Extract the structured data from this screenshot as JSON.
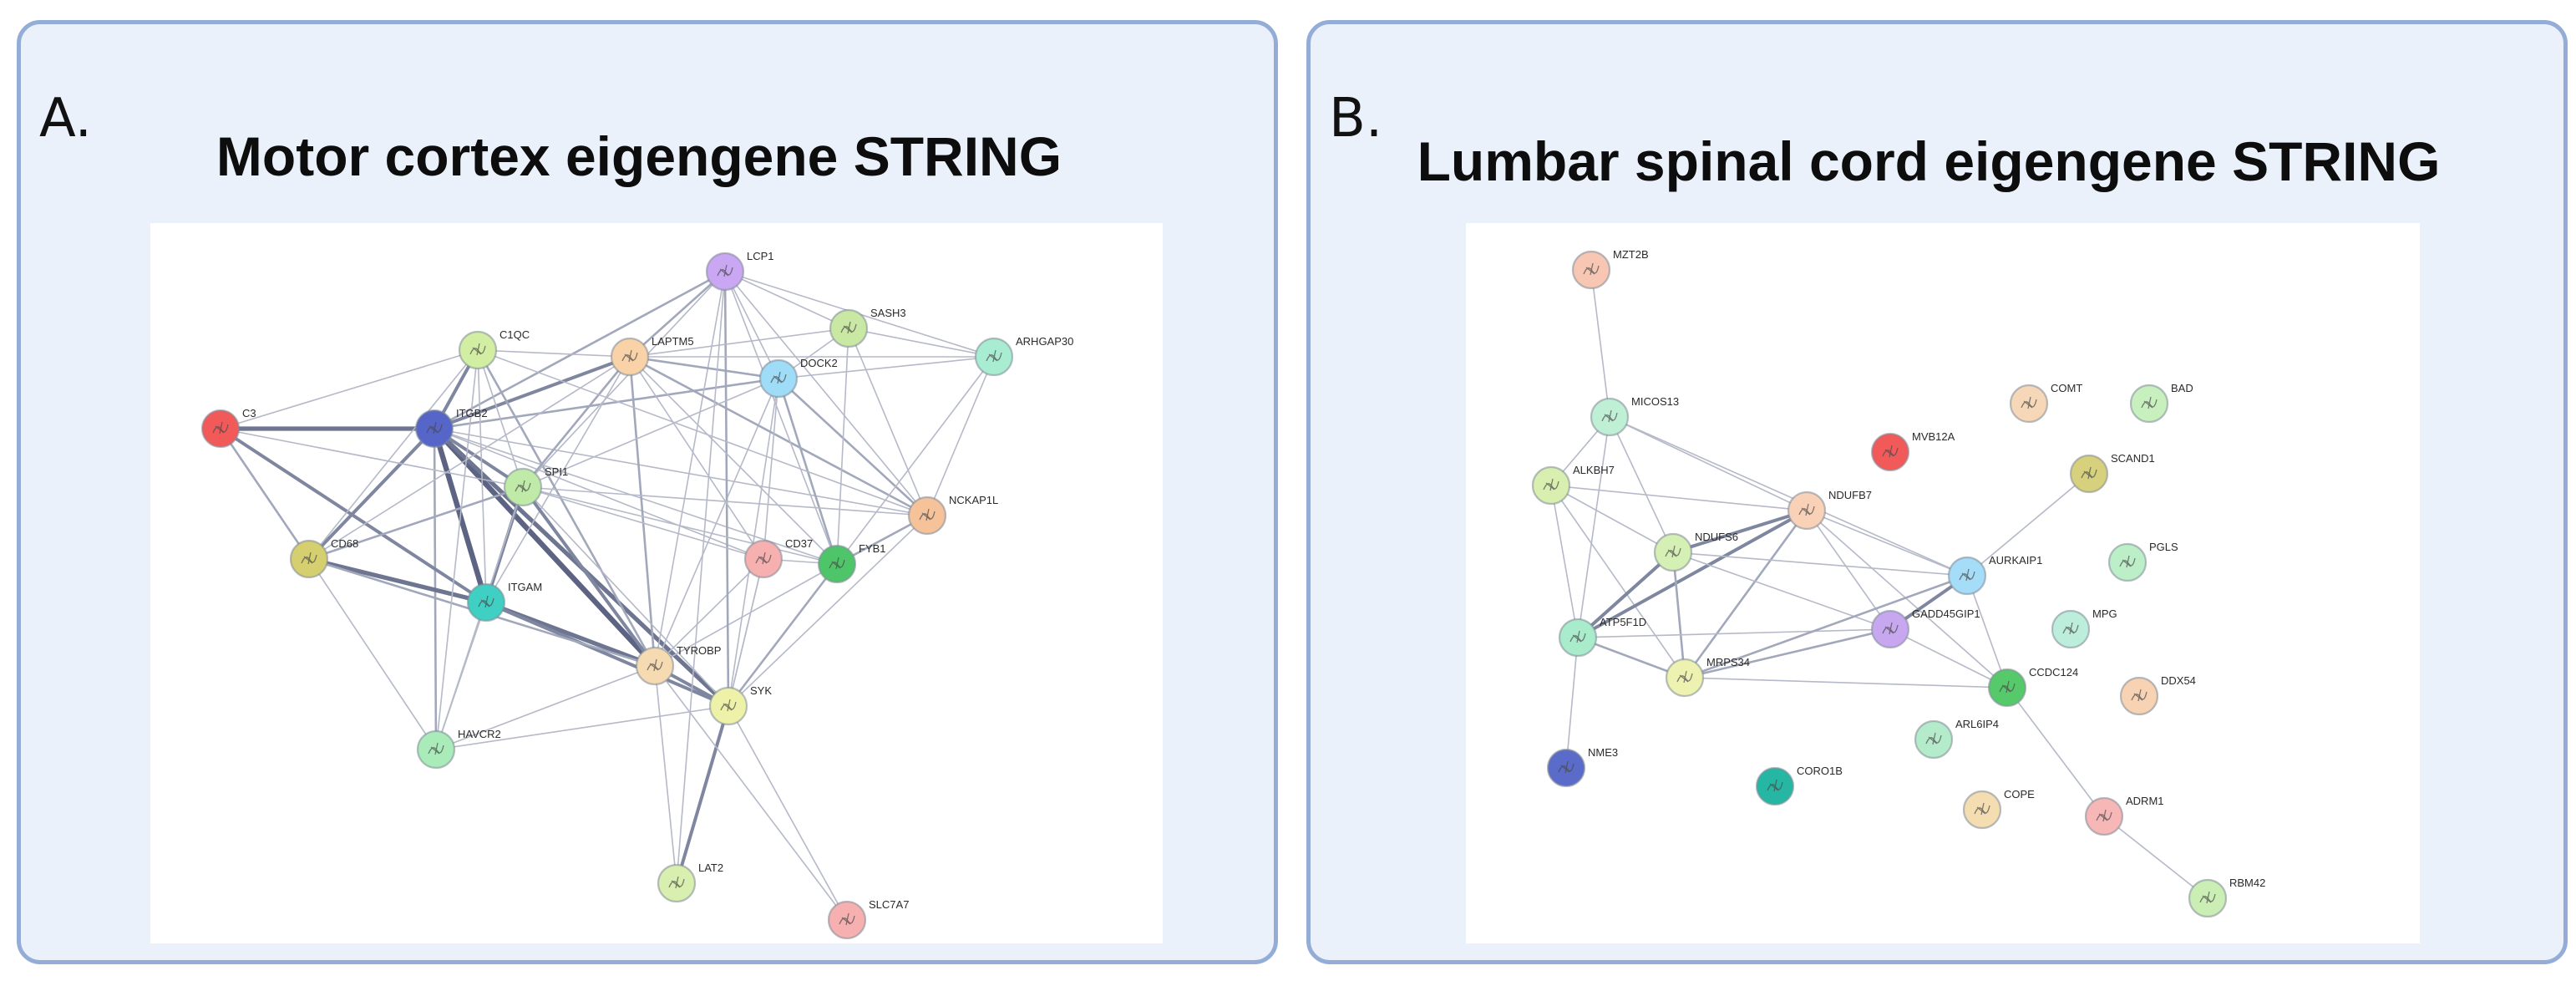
{
  "panel_a": {
    "letter": "A.",
    "title": "Motor cortex eigengene STRING",
    "nodes": [
      {
        "id": "LCP1",
        "label": "LCP1",
        "color": "#c9a7f2"
      },
      {
        "id": "SASH3",
        "label": "SASH3",
        "color": "#c8e8a4"
      },
      {
        "id": "C1QC",
        "label": "C1QC",
        "color": "#d2eea3"
      },
      {
        "id": "LAPTM5",
        "label": "LAPTM5",
        "color": "#f9d2a8"
      },
      {
        "id": "ARHGAP30",
        "label": "ARHGAP30",
        "color": "#a8edd2"
      },
      {
        "id": "DOCK2",
        "label": "DOCK2",
        "color": "#9fdcf7"
      },
      {
        "id": "C3",
        "label": "C3",
        "color": "#f25a5a"
      },
      {
        "id": "ITGB2",
        "label": "ITGB2",
        "color": "#5565c8"
      },
      {
        "id": "SPI1",
        "label": "SPI1",
        "color": "#bfeaa8"
      },
      {
        "id": "NCKAP1L",
        "label": "NCKAP1L",
        "color": "#f5c29a"
      },
      {
        "id": "CD68",
        "label": "CD68",
        "color": "#d6cf70"
      },
      {
        "id": "CD37",
        "label": "CD37",
        "color": "#f7b0b0"
      },
      {
        "id": "FYB1",
        "label": "FYB1",
        "color": "#4fc56a"
      },
      {
        "id": "ITGAM",
        "label": "ITGAM",
        "color": "#3fcfc3"
      },
      {
        "id": "TYROBP",
        "label": "TYROBP",
        "color": "#f6dbb2"
      },
      {
        "id": "SYK",
        "label": "SYK",
        "color": "#eef2a8"
      },
      {
        "id": "HAVCR2",
        "label": "HAVCR2",
        "color": "#a9ecba"
      },
      {
        "id": "LAT2",
        "label": "LAT2",
        "color": "#d8efb0"
      },
      {
        "id": "SLC7A7",
        "label": "SLC7A7",
        "color": "#f7b0b0"
      }
    ],
    "edges": [
      [
        "ITGB2",
        "ITGAM",
        5
      ],
      [
        "ITGB2",
        "TYROBP",
        5
      ],
      [
        "ITGB2",
        "SYK",
        4
      ],
      [
        "ITGB2",
        "SPI1",
        3
      ],
      [
        "ITGB2",
        "CD68",
        3
      ],
      [
        "ITGB2",
        "LAPTM5",
        3
      ],
      [
        "ITGB2",
        "C3",
        4
      ],
      [
        "ITGB2",
        "C1QC",
        3
      ],
      [
        "ITGB2",
        "DOCK2",
        2
      ],
      [
        "ITGB2",
        "LCP1",
        2
      ],
      [
        "ITGB2",
        "HAVCR2",
        2
      ],
      [
        "ITGB2",
        "CD37",
        1
      ],
      [
        "ITGB2",
        "FYB1",
        1
      ],
      [
        "ITGB2",
        "NCKAP1L",
        1
      ],
      [
        "ITGAM",
        "TYROBP",
        4
      ],
      [
        "ITGAM",
        "CD68",
        4
      ],
      [
        "ITGAM",
        "SPI1",
        3
      ],
      [
        "ITGAM",
        "SYK",
        3
      ],
      [
        "ITGAM",
        "C3",
        3
      ],
      [
        "ITGAM",
        "HAVCR2",
        1
      ],
      [
        "ITGAM",
        "C1QC",
        1
      ],
      [
        "ITGAM",
        "LAPTM5",
        1
      ],
      [
        "TYROBP",
        "SYK",
        3
      ],
      [
        "TYROBP",
        "SPI1",
        3
      ],
      [
        "TYROBP",
        "CD68",
        2
      ],
      [
        "TYROBP",
        "C1QC",
        2
      ],
      [
        "TYROBP",
        "LAPTM5",
        2
      ],
      [
        "TYROBP",
        "HAVCR2",
        1
      ],
      [
        "TYROBP",
        "FYB1",
        1
      ],
      [
        "TYROBP",
        "DOCK2",
        1
      ],
      [
        "TYROBP",
        "LAT2",
        1
      ],
      [
        "TYROBP",
        "CD37",
        1
      ],
      [
        "TYROBP",
        "LCP1",
        1
      ],
      [
        "SYK",
        "LAT2",
        3
      ],
      [
        "SYK",
        "FYB1",
        2
      ],
      [
        "SYK",
        "LCP1",
        2
      ],
      [
        "SYK",
        "DOCK2",
        1
      ],
      [
        "SYK",
        "SPI1",
        1
      ],
      [
        "SYK",
        "HAVCR2",
        1
      ],
      [
        "SYK",
        "NCKAP1L",
        1
      ],
      [
        "SYK",
        "CD37",
        1
      ],
      [
        "LAPTM5",
        "LCP1",
        2
      ],
      [
        "LAPTM5",
        "DOCK2",
        2
      ],
      [
        "LAPTM5",
        "SPI1",
        2
      ],
      [
        "LAPTM5",
        "C1QC",
        1
      ],
      [
        "LAPTM5",
        "SASH3",
        1
      ],
      [
        "LAPTM5",
        "ARHGAP30",
        1
      ],
      [
        "LAPTM5",
        "NCKAP1L",
        2
      ],
      [
        "LAPTM5",
        "CD37",
        1
      ],
      [
        "LAPTM5",
        "FYB1",
        1
      ],
      [
        "LAPTM5",
        "CD68",
        1
      ],
      [
        "DOCK2",
        "NCKAP1L",
        2
      ],
      [
        "DOCK2",
        "LCP1",
        1
      ],
      [
        "DOCK2",
        "SASH3",
        1
      ],
      [
        "DOCK2",
        "ARHGAP30",
        1
      ],
      [
        "DOCK2",
        "FYB1",
        2
      ],
      [
        "DOCK2",
        "SPI1",
        1
      ],
      [
        "DOCK2",
        "CD37",
        1
      ],
      [
        "LCP1",
        "SASH3",
        1
      ],
      [
        "LCP1",
        "FYB1",
        1
      ],
      [
        "LCP1",
        "SPI1",
        1
      ],
      [
        "LCP1",
        "NCKAP1L",
        1
      ],
      [
        "LCP1",
        "ARHGAP30",
        1
      ],
      [
        "SASH3",
        "ARHGAP30",
        1
      ],
      [
        "SASH3",
        "FYB1",
        1
      ],
      [
        "SASH3",
        "NCKAP1L",
        1
      ],
      [
        "ARHGAP30",
        "FYB1",
        1
      ],
      [
        "ARHGAP30",
        "NCKAP1L",
        1
      ],
      [
        "NCKAP1L",
        "FYB1",
        2
      ],
      [
        "NCKAP1L",
        "SPI1",
        1
      ],
      [
        "NCKAP1L",
        "C1QC",
        1
      ],
      [
        "SPI1",
        "CD68",
        2
      ],
      [
        "SPI1",
        "C1QC",
        1
      ],
      [
        "SPI1",
        "CD37",
        1
      ],
      [
        "SPI1",
        "FYB1",
        1
      ],
      [
        "SPI1",
        "HAVCR2",
        1
      ],
      [
        "C3",
        "C1QC",
        1
      ],
      [
        "C3",
        "CD68",
        2
      ],
      [
        "C3",
        "SPI1",
        1
      ],
      [
        "C1QC",
        "CD68",
        1
      ],
      [
        "C1QC",
        "HAVCR2",
        1
      ],
      [
        "CD68",
        "HAVCR2",
        1
      ],
      [
        "CD37",
        "FYB1",
        1
      ],
      [
        "CD37",
        "SYK",
        1
      ],
      [
        "SYK",
        "SLC7A7",
        1
      ],
      [
        "TYROBP",
        "SLC7A7",
        1
      ],
      [
        "LAT2",
        "LCP1",
        1
      ]
    ]
  },
  "panel_b": {
    "letter": "B.",
    "title": "Lumbar spinal cord eigengene STRING",
    "nodes": [
      {
        "id": "MZT2B",
        "label": "MZT2B",
        "color": "#f7c7b4"
      },
      {
        "id": "MICOS13",
        "label": "MICOS13",
        "color": "#bff0d5"
      },
      {
        "id": "COMT",
        "label": "COMT",
        "color": "#f6d8b8"
      },
      {
        "id": "BAD",
        "label": "BAD",
        "color": "#c8f0bf"
      },
      {
        "id": "MVB12A",
        "label": "MVB12A",
        "color": "#f25a5a"
      },
      {
        "id": "SCAND1",
        "label": "SCAND1",
        "color": "#d7d07c"
      },
      {
        "id": "ALKBH7",
        "label": "ALKBH7",
        "color": "#d8efb0"
      },
      {
        "id": "NDUFB7",
        "label": "NDUFB7",
        "color": "#f9d1b6"
      },
      {
        "id": "NDUFS6",
        "label": "NDUFS6",
        "color": "#d5f0b4"
      },
      {
        "id": "AURKAIP1",
        "label": "AURKAIP1",
        "color": "#a5dcf7"
      },
      {
        "id": "PGLS",
        "label": "PGLS",
        "color": "#bcefc8"
      },
      {
        "id": "GADD45GIP1",
        "label": "GADD45GIP1",
        "color": "#c6a7f0"
      },
      {
        "id": "MPG",
        "label": "MPG",
        "color": "#bdeedc"
      },
      {
        "id": "ATP5F1D",
        "label": "ATP5F1D",
        "color": "#a9eccc"
      },
      {
        "id": "MRPS34",
        "label": "MRPS34",
        "color": "#eef2b0"
      },
      {
        "id": "CCDC124",
        "label": "CCDC124",
        "color": "#56c96b"
      },
      {
        "id": "DDX54",
        "label": "DDX54",
        "color": "#f7d2b3"
      },
      {
        "id": "ARL6IP4",
        "label": "ARL6IP4",
        "color": "#b4eccb"
      },
      {
        "id": "NME3",
        "label": "NME3",
        "color": "#5a6bc9"
      },
      {
        "id": "CORO1B",
        "label": "CORO1B",
        "color": "#25b7a4"
      },
      {
        "id": "COPE",
        "label": "COPE",
        "color": "#f5ddb2"
      },
      {
        "id": "ADRM1",
        "label": "ADRM1",
        "color": "#f7b7b7"
      },
      {
        "id": "RBM42",
        "label": "RBM42",
        "color": "#cbeeb5"
      }
    ],
    "edges": [
      [
        "MZT2B",
        "MICOS13",
        1
      ],
      [
        "MICOS13",
        "ALKBH7",
        1
      ],
      [
        "MICOS13",
        "NDUFB7",
        1
      ],
      [
        "MICOS13",
        "NDUFS6",
        1
      ],
      [
        "MICOS13",
        "ATP5F1D",
        1
      ],
      [
        "MICOS13",
        "AURKAIP1",
        1
      ],
      [
        "ALKBH7",
        "NDUFB7",
        1
      ],
      [
        "ALKBH7",
        "NDUFS6",
        1
      ],
      [
        "ALKBH7",
        "ATP5F1D",
        1
      ],
      [
        "ALKBH7",
        "MRPS34",
        1
      ],
      [
        "NDUFB7",
        "NDUFS6",
        3
      ],
      [
        "NDUFB7",
        "ATP5F1D",
        3
      ],
      [
        "NDUFB7",
        "MRPS34",
        2
      ],
      [
        "NDUFB7",
        "GADD45GIP1",
        1
      ],
      [
        "NDUFB7",
        "AURKAIP1",
        1
      ],
      [
        "NDUFB7",
        "CCDC124",
        1
      ],
      [
        "NDUFS6",
        "ATP5F1D",
        3
      ],
      [
        "NDUFS6",
        "MRPS34",
        2
      ],
      [
        "NDUFS6",
        "GADD45GIP1",
        1
      ],
      [
        "NDUFS6",
        "AURKAIP1",
        1
      ],
      [
        "ATP5F1D",
        "MRPS34",
        2
      ],
      [
        "ATP5F1D",
        "NME3",
        1
      ],
      [
        "ATP5F1D",
        "GADD45GIP1",
        1
      ],
      [
        "MRPS34",
        "GADD45GIP1",
        2
      ],
      [
        "MRPS34",
        "AURKAIP1",
        2
      ],
      [
        "MRPS34",
        "CCDC124",
        1
      ],
      [
        "GADD45GIP1",
        "AURKAIP1",
        3
      ],
      [
        "GADD45GIP1",
        "CCDC124",
        1
      ],
      [
        "AURKAIP1",
        "SCAND1",
        1
      ],
      [
        "AURKAIP1",
        "CCDC124",
        1
      ],
      [
        "CCDC124",
        "ADRM1",
        1
      ],
      [
        "ADRM1",
        "RBM42",
        1
      ]
    ]
  }
}
